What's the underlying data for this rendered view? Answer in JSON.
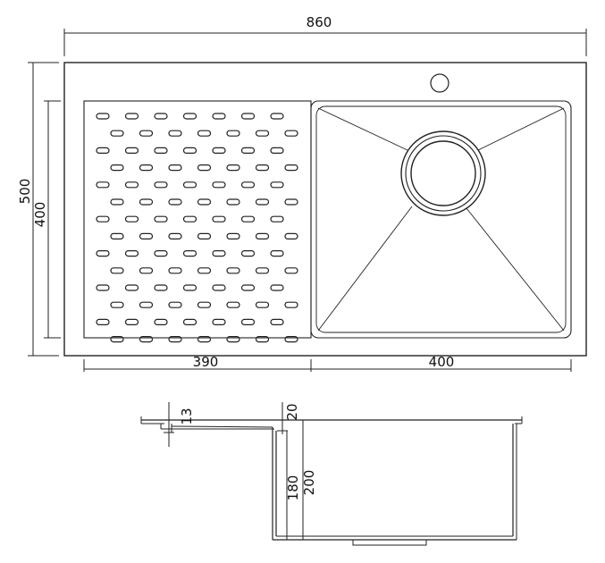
{
  "drawing": {
    "dimensions": {
      "overall_width": "860",
      "overall_depth": "500",
      "bowl_depth_inner": "400",
      "drainer_width": "390",
      "bowl_width": "400",
      "rim_height": "13",
      "bowl_rim": "20",
      "bowl_depth_180": "180",
      "bowl_depth_200": "200"
    },
    "drainer": {
      "rows": 14,
      "slots_per_row": 7
    },
    "line_color": "#222222",
    "background": "#ffffff"
  }
}
